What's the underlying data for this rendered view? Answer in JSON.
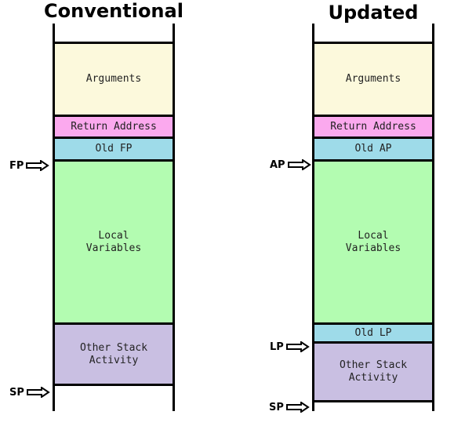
{
  "conventional": {
    "title": "Conventional",
    "blocks": {
      "arguments": "Arguments",
      "return_address": "Return Address",
      "old_fp": "Old FP",
      "local_variables": "Local\nVariables",
      "other_stack": "Other Stack\nActivity"
    },
    "pointers": {
      "fp": "FP",
      "sp": "SP"
    }
  },
  "updated": {
    "title": "Updated",
    "blocks": {
      "arguments": "Arguments",
      "return_address": "Return Address",
      "old_ap": "Old AP",
      "local_variables": "Local\nVariables",
      "old_lp": "Old LP",
      "other_stack": "Other Stack\nActivity"
    },
    "pointers": {
      "ap": "AP",
      "lp": "LP",
      "sp": "SP"
    }
  },
  "colors": {
    "arguments": "#fcf9dc",
    "return_address": "#fba9ee",
    "old_pointer": "#9edbe9",
    "local_variables": "#b3fcb1",
    "other_stack": "#c9bfe2"
  }
}
